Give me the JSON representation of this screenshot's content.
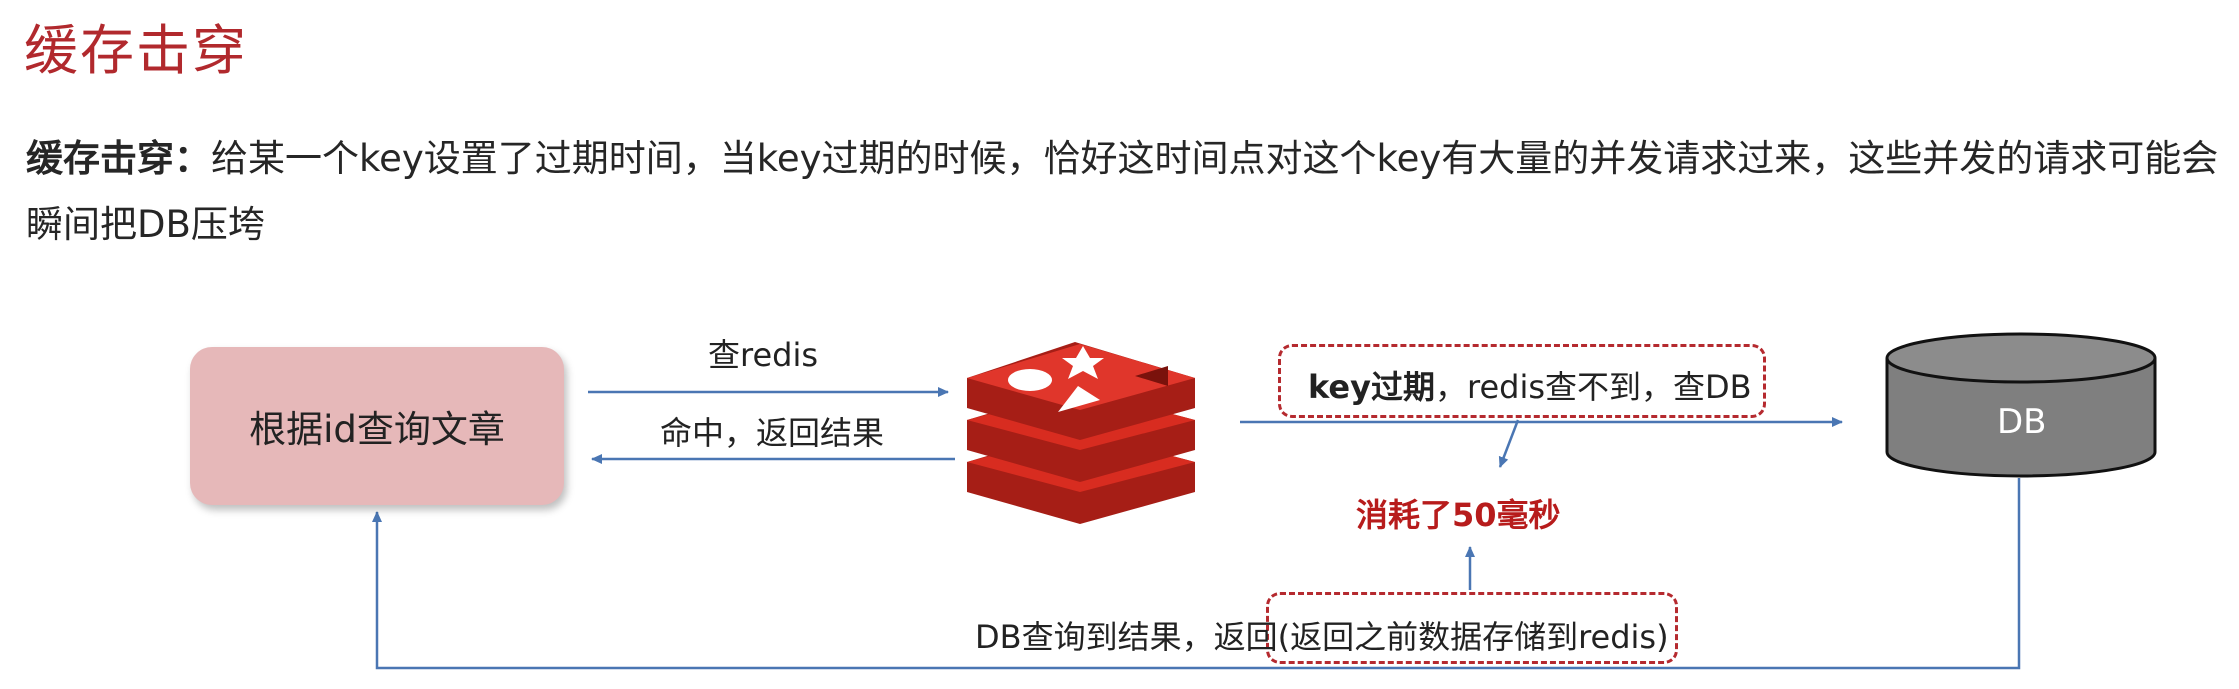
{
  "header": {
    "title": "缓存击穿"
  },
  "description": {
    "term": "缓存击穿：",
    "text": "给某一个key设置了过期时间，当key过期的时候，恰好这时间点对这个key有大量的并发请求过来，这些并发的请求可能会瞬间把DB压垮"
  },
  "diagram": {
    "client_box": "根据id查询文章",
    "query_redis": "查redis",
    "hit_return": "命中，返回结果",
    "key_expired_bold": "key过期",
    "key_expired_rest": "，redis查不到，查DB",
    "cost_note": "消耗了50毫秒",
    "db_label": "DB",
    "db_return": "DB查询到结果，返回(返回之前数据存储到redis)",
    "colors": {
      "title": "#b1292d",
      "box_fill": "#e6b8b9",
      "arrow": "#4a76b3",
      "dashed": "#b52a2f",
      "redis_red": "#d82c20",
      "db_gray": "#7f7f7f"
    },
    "icons": [
      "redis-logo-icon",
      "database-cylinder-icon"
    ]
  }
}
